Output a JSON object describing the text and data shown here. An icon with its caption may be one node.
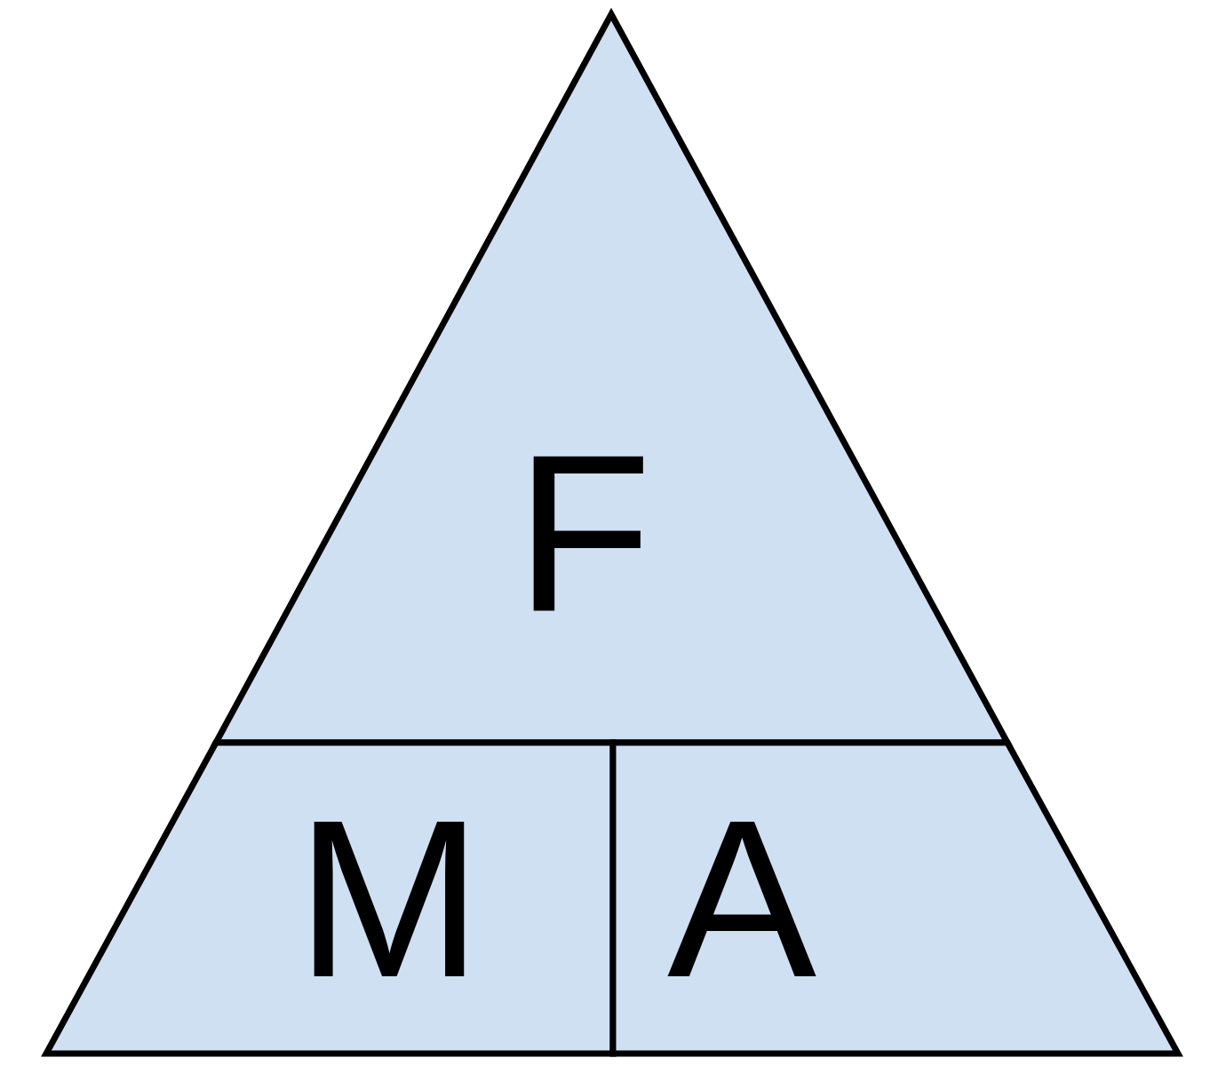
{
  "diagram": {
    "nodes": [
      {
        "text": [
          "F"
        ]
      },
      {
        "text": [
          "M"
        ]
      },
      {
        "text": [
          "A"
        ]
      }
    ]
  }
}
